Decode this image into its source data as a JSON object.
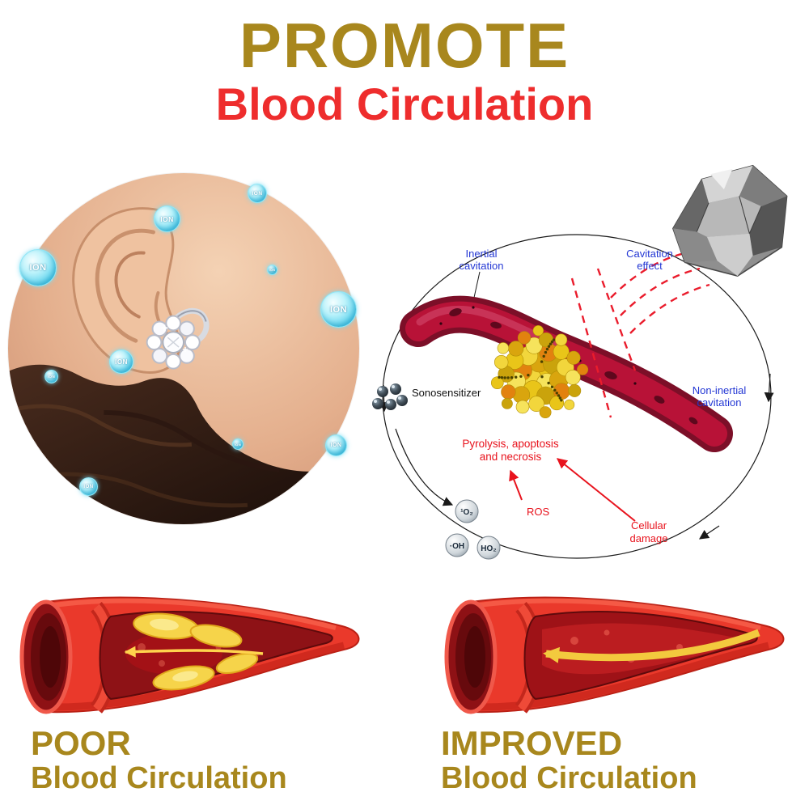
{
  "header": {
    "title": "PROMOTE",
    "subtitle": "Blood Circulation"
  },
  "ion": {
    "label": "ION"
  },
  "diagram": {
    "inertial_cavitation": [
      "Inertial",
      "cavitation"
    ],
    "cavitation_effect": [
      "Cavitation",
      "effect"
    ],
    "sonosensitizer": "Sonosensitizer",
    "non_inertial_cavitation": [
      "Non-inertial",
      "cavitation"
    ],
    "pyrolysis": [
      "Pyrolysis, apoptosis",
      "and necrosis"
    ],
    "ros": "ROS",
    "singlet_oxygen": "¹O₂",
    "hydroxyl_radical": "·OH",
    "hydroperoxyl": "HO₂",
    "cellular_damage": [
      "Cellular",
      "damage"
    ]
  },
  "bottom": {
    "poor": {
      "title": "POOR",
      "subtitle": "Blood Circulation"
    },
    "improved": {
      "title": "IMPROVED",
      "subtitle": "Blood Circulation"
    }
  },
  "colors": {
    "gold": "#a8871d",
    "red": "#ee2d2d",
    "ion_blue": "#49c6e8"
  }
}
